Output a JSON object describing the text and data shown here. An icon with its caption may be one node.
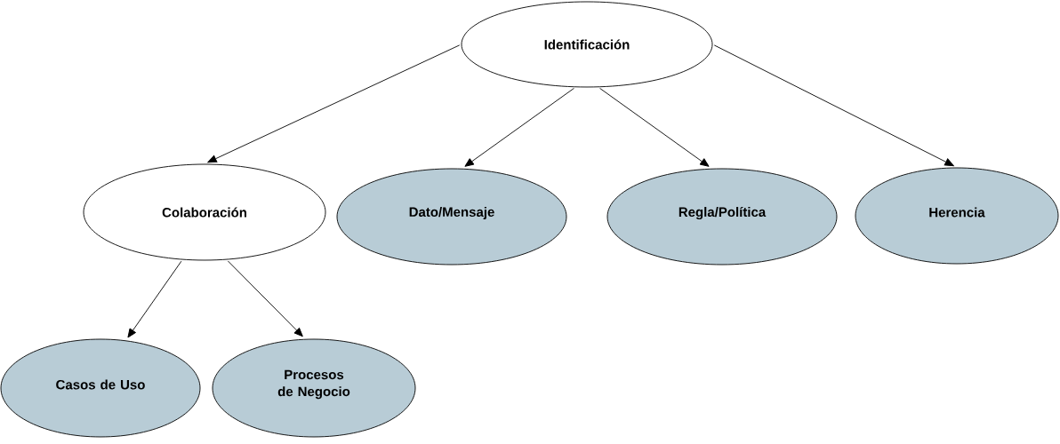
{
  "diagram": {
    "nodes": [
      {
        "text": [
          "Identificación"
        ]
      },
      {
        "text": [
          "Colaboración"
        ]
      },
      {
        "text": [
          "Dato/Mensaje"
        ]
      },
      {
        "text": [
          "Regla/Política"
        ]
      },
      {
        "text": [
          "Herencia"
        ]
      },
      {
        "text": [
          "Casos de Uso"
        ]
      },
      {
        "text": [
          "Procesos de Negocio"
        ]
      }
    ],
    "edges": [
      {
        "from": 0,
        "to": 1,
        "arrow": "to"
      },
      {
        "from": 0,
        "to": 2,
        "arrow": "to"
      },
      {
        "from": 0,
        "to": 3,
        "arrow": "to"
      },
      {
        "from": 0,
        "to": 4,
        "arrow": "to"
      },
      {
        "from": 1,
        "to": 5,
        "arrow": "to"
      },
      {
        "from": 1,
        "to": 6,
        "arrow": "to"
      }
    ]
  }
}
